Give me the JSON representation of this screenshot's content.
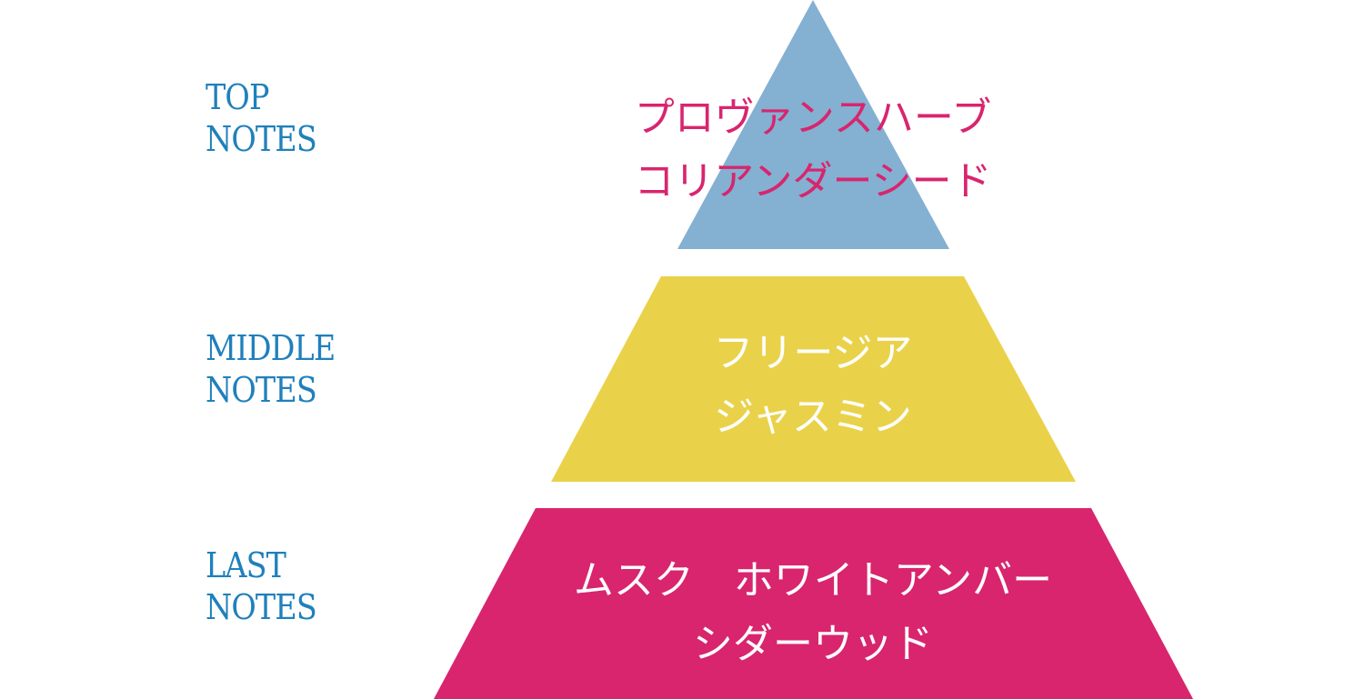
{
  "colors": {
    "label": "#2080BC",
    "top_tier": "#84B0D2",
    "middle_tier": "#E9D24A",
    "last_tier": "#D8256E",
    "top_text": "#D8256E",
    "tier_text": "#FFFFFF"
  },
  "tiers": [
    {
      "label_line1": "TOP",
      "label_line2": "NOTES",
      "notes": [
        "プロヴァンスハーブ",
        "コリアンダーシード"
      ]
    },
    {
      "label_line1": "MIDDLE",
      "label_line2": "NOTES",
      "notes": [
        "フリージア",
        "ジャスミン"
      ]
    },
    {
      "label_line1": "LAST",
      "label_line2": "NOTES",
      "notes": [
        "ムスク　ホワイトアンバー",
        "シダーウッド"
      ]
    }
  ]
}
